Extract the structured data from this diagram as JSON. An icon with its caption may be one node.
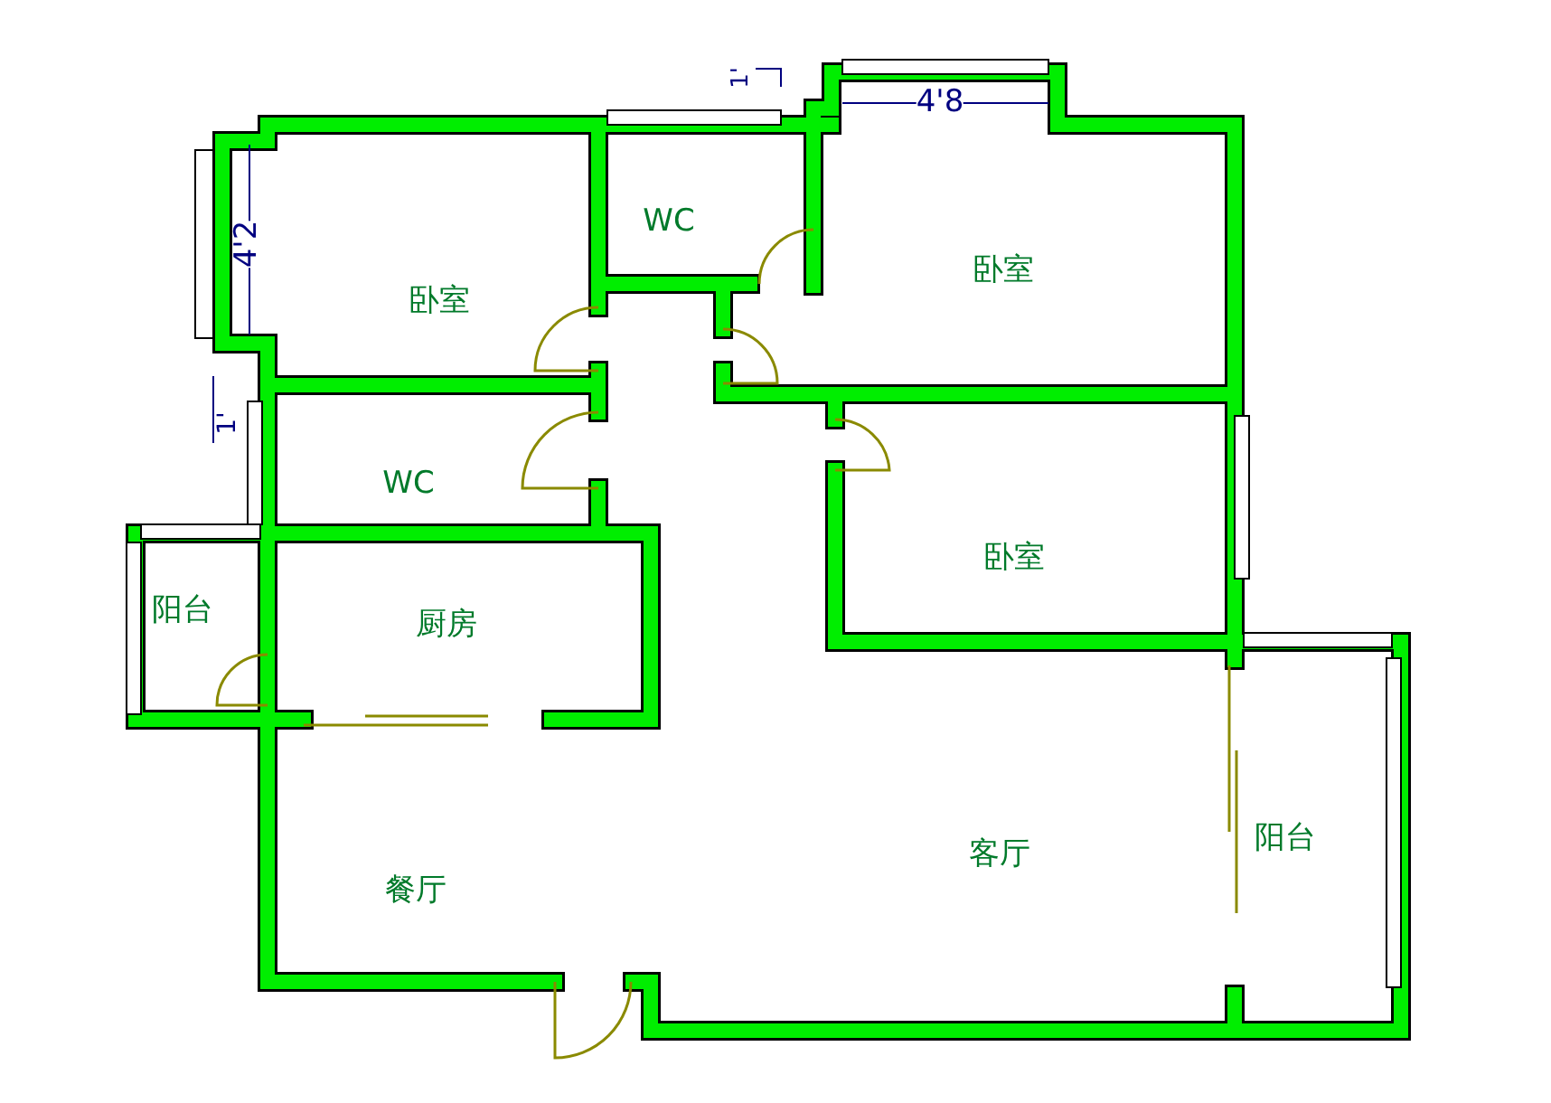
{
  "diagram": {
    "labels": [
      "1'",
      "4'8",
      "WC",
      "4'2",
      "卧室",
      "卧室",
      "1'",
      "WC",
      "卧室",
      "阳台",
      "厨房",
      "阳台",
      "客厅",
      "餐厅"
    ]
  }
}
